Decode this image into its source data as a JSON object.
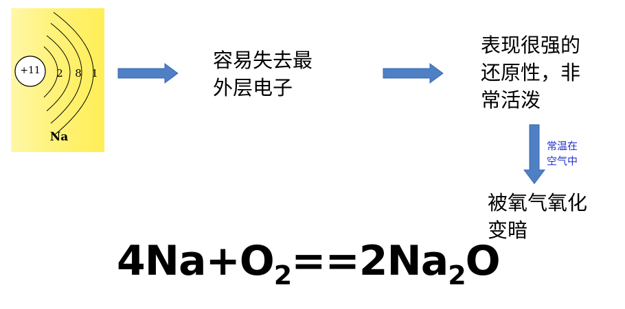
{
  "atom": {
    "nucleus": "+11",
    "shells": [
      "2",
      "8",
      "1"
    ],
    "symbol": "Na"
  },
  "steps": {
    "lose_electron": "容易失去最\n外层电子",
    "property": "表现很强的\n还原性，非\n常活泼",
    "result": "被氧气氧化\n变暗"
  },
  "condition": "常温在\n空气中",
  "equation": {
    "coef1": "4",
    "reactant1": "Na",
    "plus": "+",
    "reactant2": "O",
    "reactant2_sub": "2",
    "eq": "==",
    "coef2": "2",
    "product": "Na",
    "product_sub": "2",
    "product_tail": "O"
  },
  "colors": {
    "arrow_fill": "#4f7fc4",
    "arrow_stroke": "#3a6aad",
    "panel": "#fff27a",
    "condition_text": "#2233cc"
  }
}
